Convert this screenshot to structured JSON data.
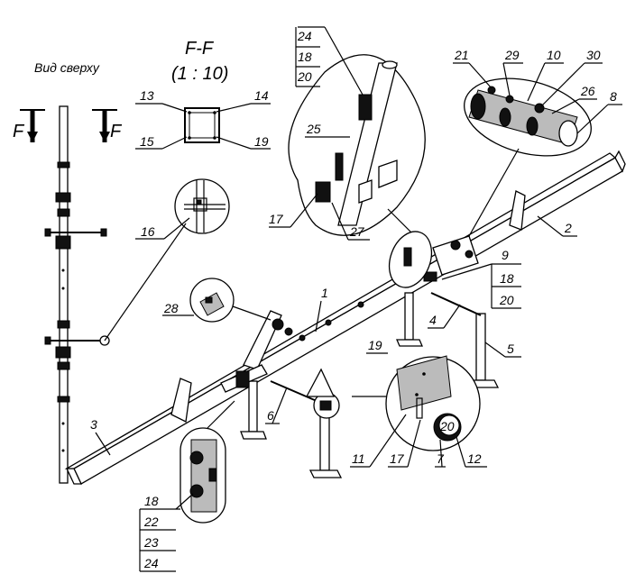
{
  "view_top_label": "Вид сверху",
  "section_marker": "F",
  "section_title": "F-F",
  "section_scale": "(1 : 10)",
  "callouts": {
    "c1": "1",
    "c2": "2",
    "c3": "3",
    "c4": "4",
    "c5": "5",
    "c6": "6",
    "c7": "7",
    "c8": "8",
    "c9": "9",
    "c10": "10",
    "c11": "11",
    "c12": "12",
    "c13": "13",
    "c14": "14",
    "c15": "15",
    "c16": "16",
    "c17a": "17",
    "c17b": "17",
    "c18a": "18",
    "c18b": "18",
    "c18c": "18",
    "c19a": "19",
    "c19b": "19",
    "c20a": "20",
    "c20b": "20",
    "c20c": "20",
    "c21": "21",
    "c22": "22",
    "c23": "23",
    "c24a": "24",
    "c24b": "24",
    "c25": "25",
    "c26": "26",
    "c27": "27",
    "c28": "28",
    "c29": "29",
    "c30": "30"
  }
}
